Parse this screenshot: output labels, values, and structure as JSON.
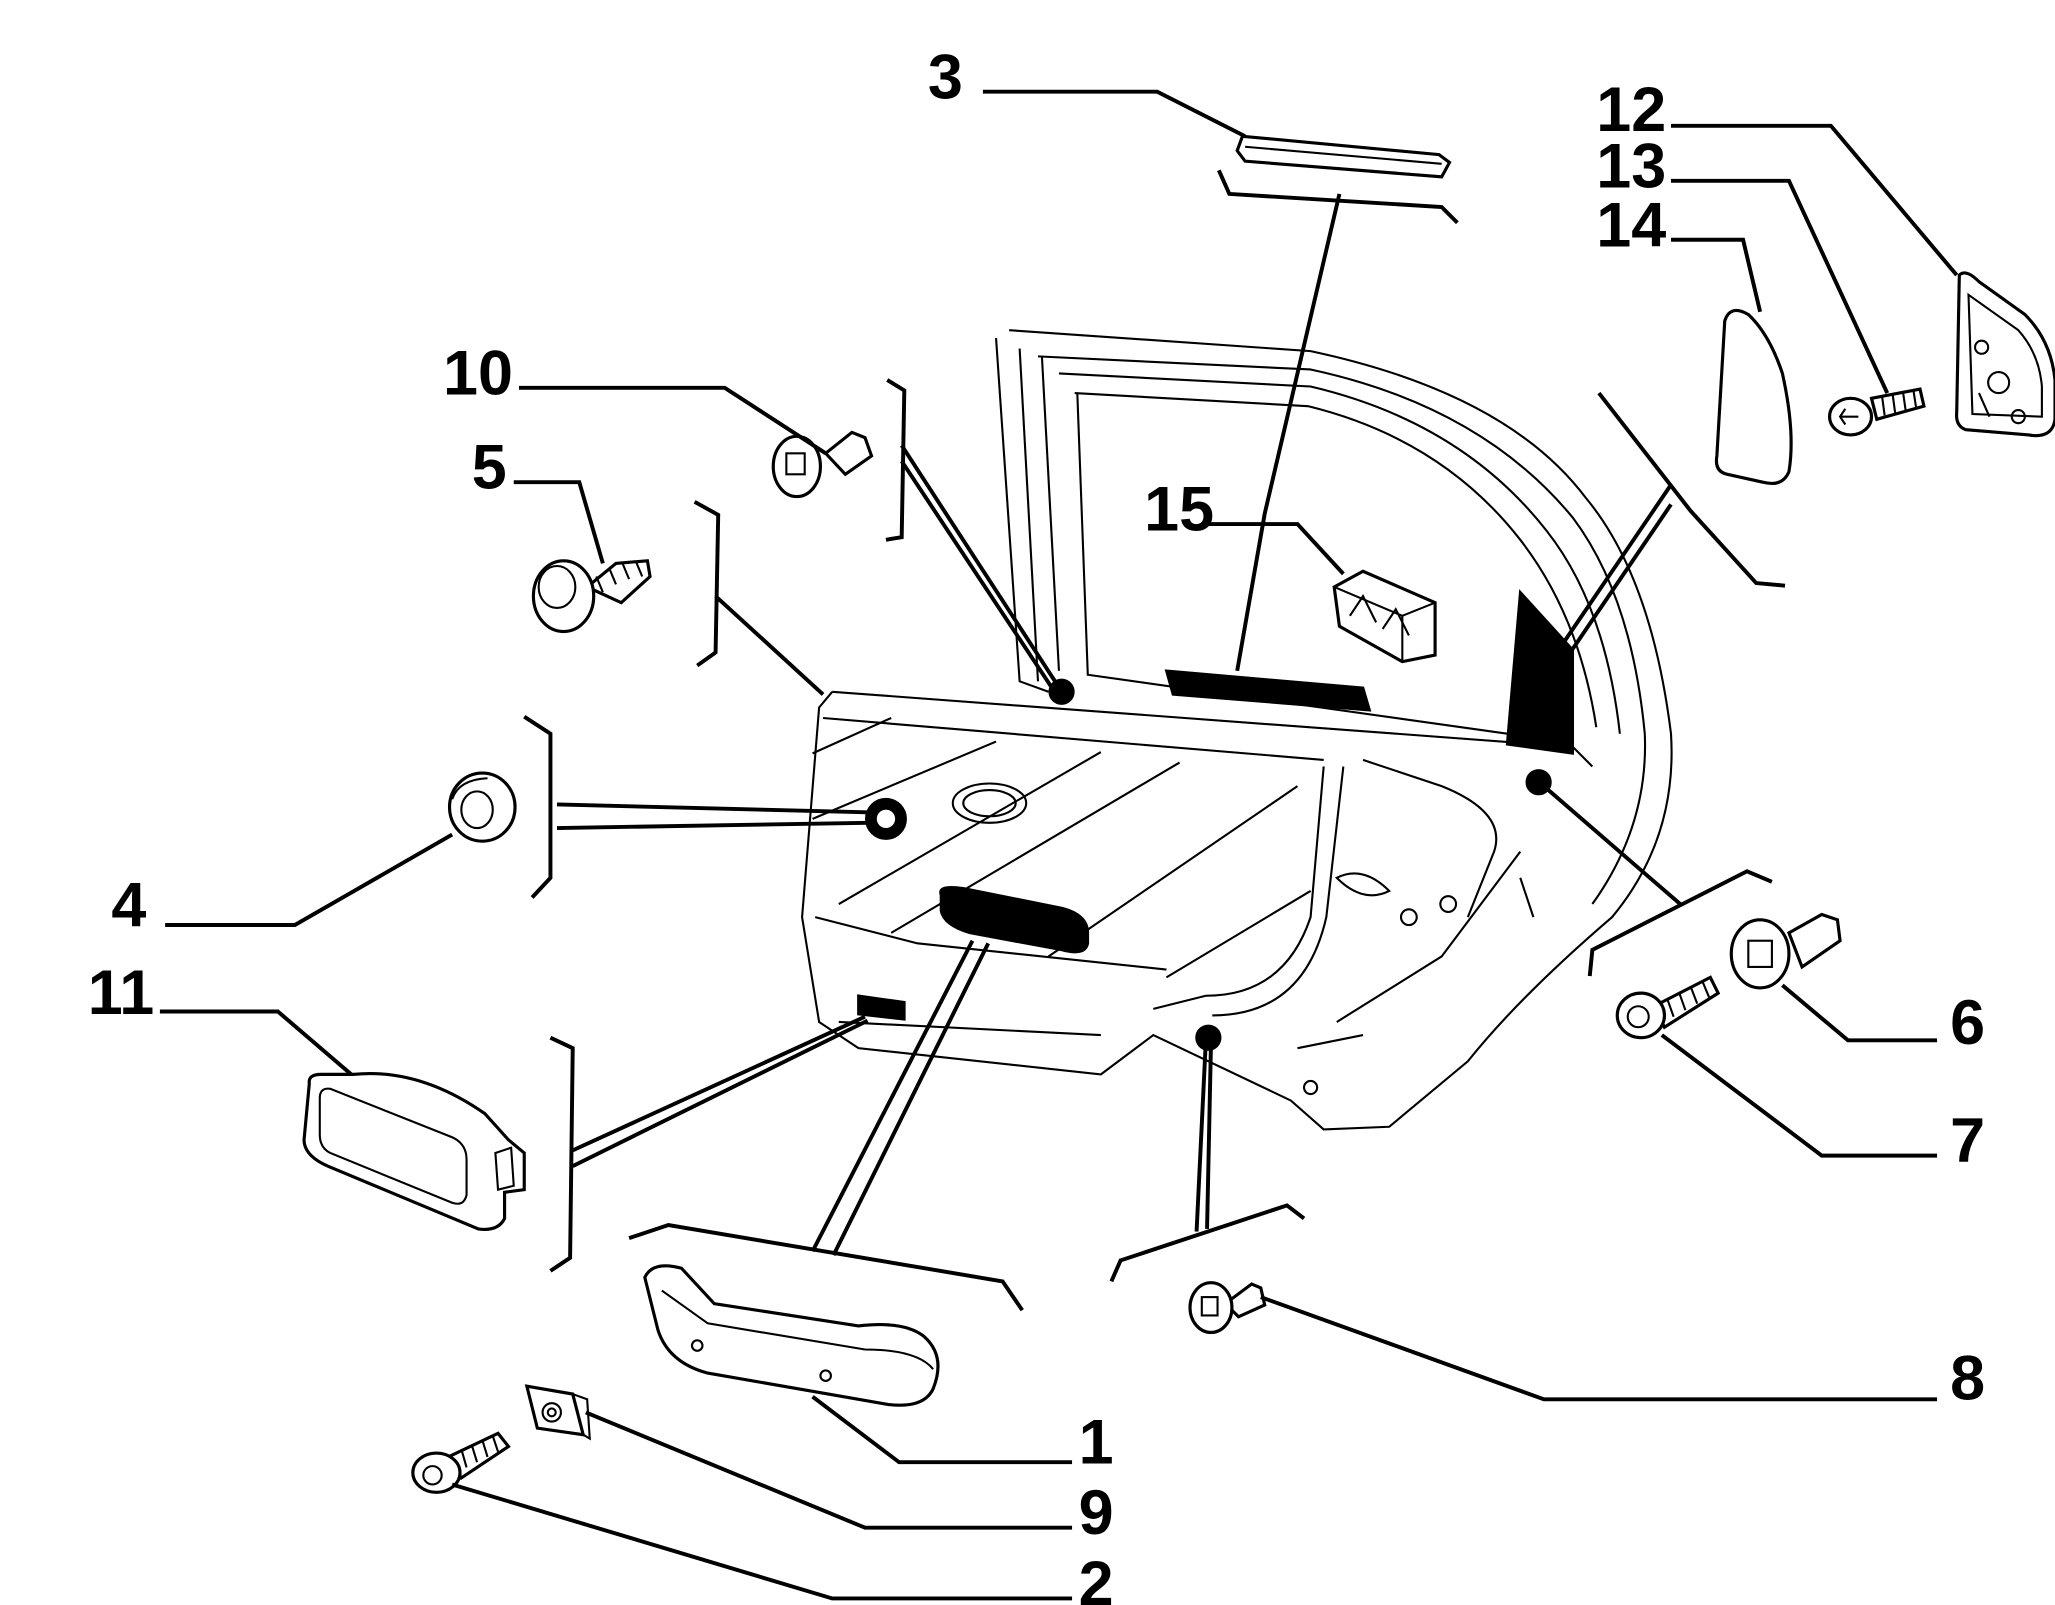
{
  "diagram": {
    "type": "exploded-parts-diagram",
    "subject": "rear door interior trim",
    "callouts": [
      {
        "id": "1",
        "label": "1",
        "part": "pull-handle"
      },
      {
        "id": "2",
        "label": "2",
        "part": "handle-screw"
      },
      {
        "id": "3",
        "label": "3",
        "part": "window-seal-strip"
      },
      {
        "id": "4",
        "label": "4",
        "part": "grommet"
      },
      {
        "id": "5",
        "label": "5",
        "part": "fir-tree-clip"
      },
      {
        "id": "6",
        "label": "6",
        "part": "clip"
      },
      {
        "id": "7",
        "label": "7",
        "part": "screw"
      },
      {
        "id": "8",
        "label": "8",
        "part": "clip"
      },
      {
        "id": "9",
        "label": "9",
        "part": "speed-nut"
      },
      {
        "id": "10",
        "label": "10",
        "part": "clip"
      },
      {
        "id": "11",
        "label": "11",
        "part": "reflector-lamp"
      },
      {
        "id": "12",
        "label": "12",
        "part": "mirror-mount-bracket"
      },
      {
        "id": "13",
        "label": "13",
        "part": "screw"
      },
      {
        "id": "14",
        "label": "14",
        "part": "corner-trim-cover"
      },
      {
        "id": "15",
        "label": "15",
        "part": "retaining-clip"
      }
    ],
    "colors": {
      "line": "#000000",
      "background": "#ffffff"
    }
  }
}
